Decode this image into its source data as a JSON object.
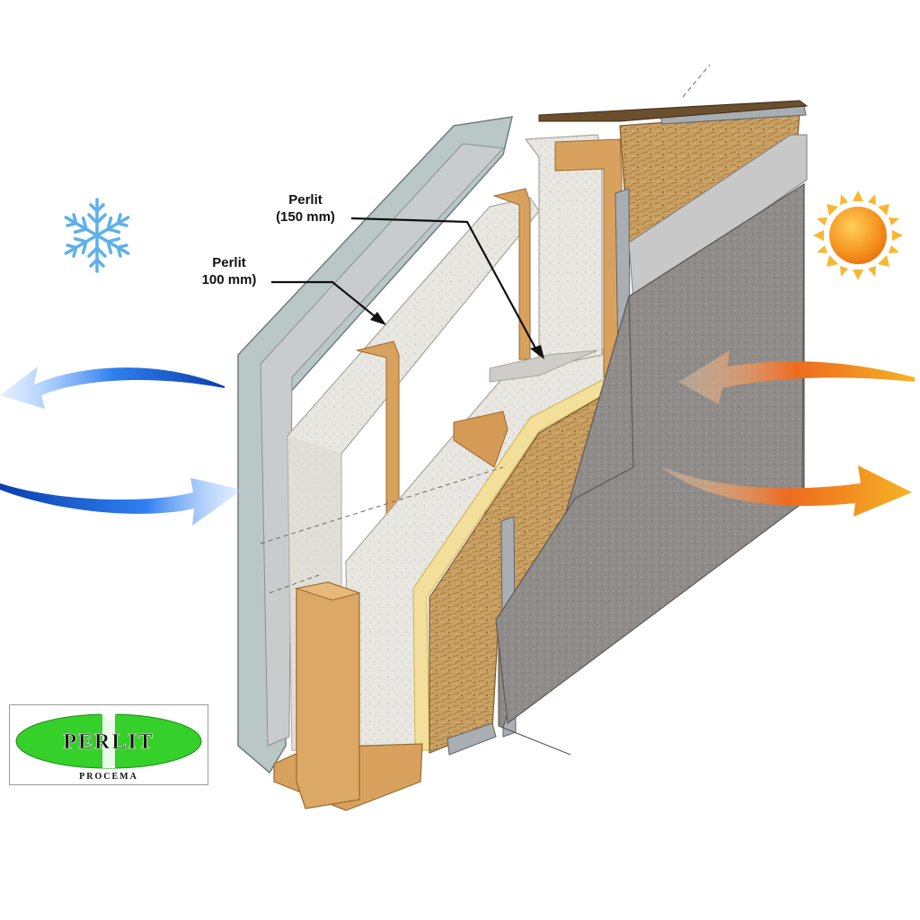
{
  "labels": {
    "perlit_150": {
      "line1": "Perlit",
      "line2": "(150 mm)"
    },
    "perlit_100": {
      "line1": "Perlit",
      "line2": "100 mm)"
    }
  },
  "logo": {
    "brand": "PERLIT",
    "sub": "PROCEMA"
  },
  "icons": {
    "cold": "snowflake-icon",
    "warm": "sun-icon"
  },
  "colors": {
    "cold_arrow": "#1f5fd6",
    "warm_arrow": "#f39a1c",
    "logo_green": "#36d02a",
    "osb": "#c9a063",
    "timber": "#d9a15e",
    "perlite": "#e6e4de",
    "render": "#8e8b88",
    "plaster": "#c9cccc",
    "membrane": "#f3df9a"
  }
}
